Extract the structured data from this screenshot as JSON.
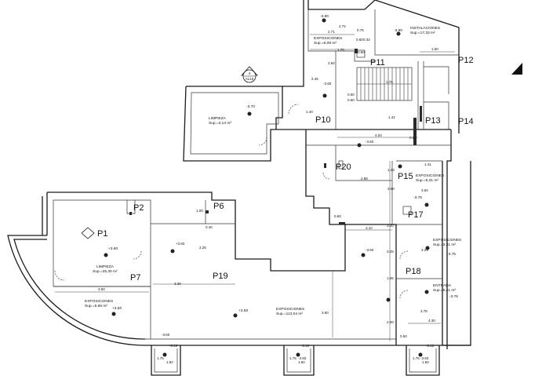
{
  "tags": [
    "P1",
    "P2",
    "P6",
    "P7",
    "P10",
    "P11",
    "P12",
    "P13",
    "P14",
    "P15",
    "P17",
    "P18",
    "P19",
    "P20"
  ],
  "rooms": {
    "instalaciones": {
      "name": "INSTALACIONES",
      "area": "Sup.=17,33 m²",
      "level": "-3.90"
    },
    "exposiciones_top": {
      "name": "EXPOSICIONES",
      "area": "Sup.=6,08 m²",
      "level": "-3.90"
    },
    "limpieza_top": {
      "name": "LIMPIEZA",
      "area": "Sup.=3,13 m²",
      "level": "-3.70"
    },
    "exposiciones_p15": {
      "name": "EXPOSICIONES",
      "area": "Sup.=6,31 m²",
      "level": "-3.75"
    },
    "exposiciones_p17": {
      "name": "EXPOSICIONES",
      "area": "Sup.=3,31 m²",
      "level": "-3.75"
    },
    "entrada": {
      "name": "ENTRADA",
      "area": "Sup.=5,41 m²",
      "level": "-3.76"
    },
    "limpieza_p1": {
      "name": "LIMPIEZA",
      "area": "Sup.=25,30 m²",
      "level": "+3.60"
    },
    "exposiciones_left": {
      "name": "EXPOSICIONES",
      "area": "Sup.=5,96 m²",
      "level": "+3.60"
    },
    "exposiciones_main": {
      "name": "EXPOSICIONES",
      "area": "Sup.=113,04 m²",
      "level": "+3.60"
    }
  },
  "levels": [
    "-3.60",
    "-3.60",
    "-3.60",
    "+3.60",
    "-3.60",
    "-3.10",
    "-3.10",
    "-3.12",
    "-3.93",
    "-3.93"
  ],
  "dimensions": [
    "2.72",
    "2.71",
    "0.75",
    "0.60",
    "0.32",
    "1.75",
    "0.50",
    "1.50",
    "2.84",
    "1.76",
    "2.45",
    "0.60",
    "1.40",
    "0.50",
    "1.42",
    "4.04",
    "0.82",
    "1.41",
    "1.43",
    "2.88",
    "3.60",
    "3.64",
    "1.00",
    "0.40",
    "2.25",
    "0.60",
    "3.10",
    "3.20",
    "3.25",
    "3.25",
    "1.65",
    "3.78",
    "4.30",
    "2.00",
    "0.50",
    "3.50",
    "3.30",
    "3.60",
    "1.75",
    "1.82",
    "1.75",
    "1.82",
    "1.75",
    "1.82"
  ],
  "section_marker": {
    "num": "4",
    "sheet": "AL16"
  }
}
